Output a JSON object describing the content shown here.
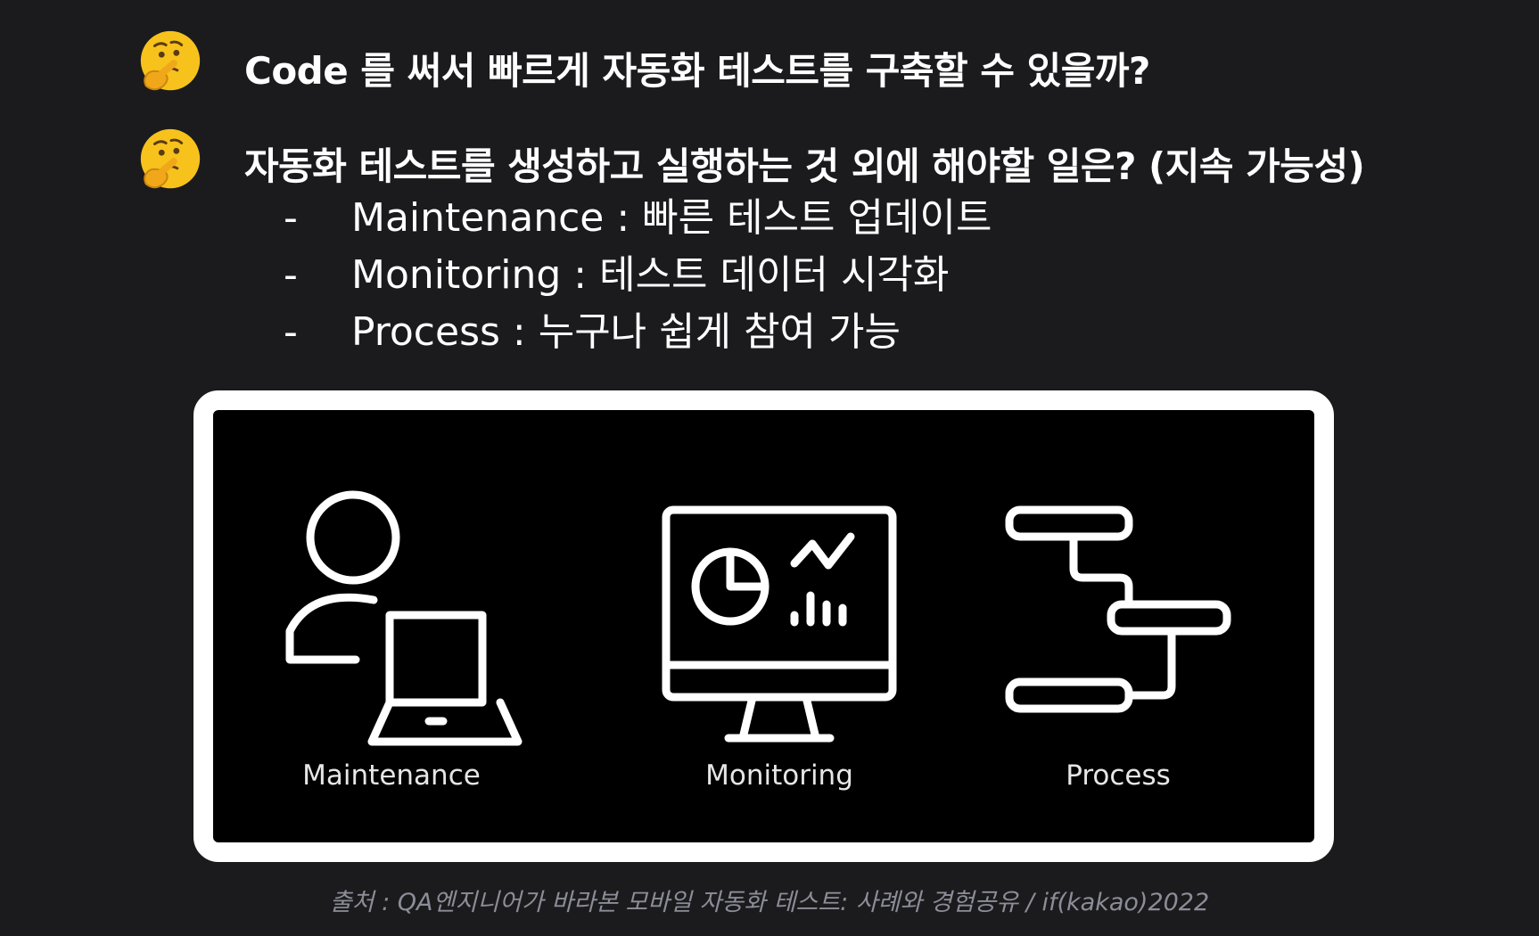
{
  "questions": [
    {
      "icon": "thinking-face-icon",
      "text": "Code 를 써서 빠르게 자동화 테스트를 구축할 수 있을까?"
    },
    {
      "icon": "thinking-face-icon",
      "text": "자동화 테스트를 생성하고 실행하는 것 외에 해야할 일은? (지속 가능성)"
    }
  ],
  "bullets": [
    {
      "dash": "-",
      "text": "Maintenance : 빠른 테스트 업데이트"
    },
    {
      "dash": "-",
      "text": "Monitoring : 테스트 데이터 시각화"
    },
    {
      "dash": "-",
      "text": "Process : 누구나 쉽게 참여 가능"
    }
  ],
  "diagram": {
    "items": [
      {
        "icon": "person-laptop-icon",
        "label": "Maintenance"
      },
      {
        "icon": "monitor-dashboard-icon",
        "label": "Monitoring"
      },
      {
        "icon": "process-flow-icon",
        "label": "Process"
      }
    ]
  },
  "source": "출처 : QA엔지니어가 바라본 모바일 자동화 테스트: 사례와 경험공유 / if(kakao)2022",
  "colors": {
    "background": "#1b1b1d",
    "text": "#ffffff",
    "frame_border": "#ffffff",
    "frame_fill": "#000000",
    "source_text": "#8d8d99",
    "emoji": "#f7c21b"
  }
}
